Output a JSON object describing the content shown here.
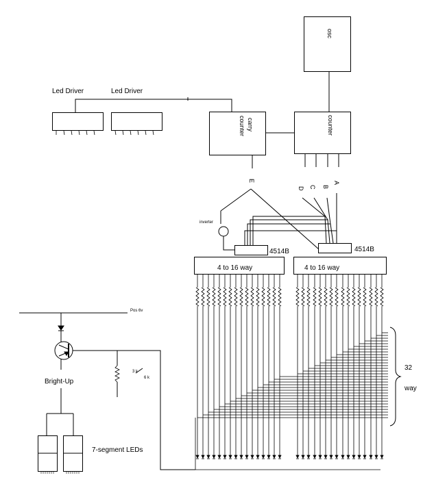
{
  "labels": {
    "osc": "osc",
    "counter": "counter",
    "carry_counter_1": "carry",
    "carry_counter_2": "counter",
    "led_driver_1": "Led Driver",
    "led_driver_2": "Led Driver",
    "e": "E",
    "d": "D",
    "c": "C",
    "b": "B",
    "a": "A",
    "inverter": "inverter",
    "chip_1": "4514B",
    "chip_2": "4514B",
    "demux_1": "4 to 16 way",
    "demux_2": "4 to 16 way",
    "pos": "Pos 6v",
    "bright_up": "Bright-Up",
    "res_1": "3 k",
    "res_2": "6 k",
    "seg": "7-segment LEDs",
    "n32": "32",
    "way": "way"
  }
}
